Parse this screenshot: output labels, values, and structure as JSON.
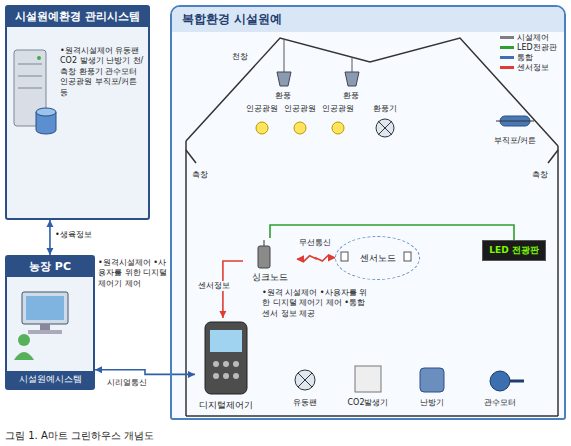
{
  "diagram": {
    "caption": "그림 1. A마트 그린하우스 개념도",
    "nodes": [
      {
        "text": [
          "시설원예환경 관리시스템"
        ]
      },
      {
        "text": [
          "농장 PC",
          "시설원예시스템"
        ]
      },
      {
        "text": [
          "복합환경 시설원예"
        ]
      },
      {
        "text": [
          "디지털제어기"
        ],
        "in": 2
      },
      {
        "text": [
          "인공광원"
        ],
        "in": 2
      },
      {
        "text": [
          "인공광원"
        ],
        "in": 2
      },
      {
        "text": [
          "인공광원"
        ],
        "in": 2
      },
      {
        "text": [
          "환풍기"
        ],
        "in": 2
      },
      {
        "text": [
          "부직포/커튼"
        ],
        "in": 2
      },
      {
        "text": [
          "싱크노드"
        ],
        "in": 2
      },
      {
        "text": [
          "센서노드"
        ],
        "in": 2
      },
      {
        "text": [
          "LED 전광판"
        ],
        "in": 2
      },
      {
        "text": [
          "유동팬"
        ],
        "in": 2
      },
      {
        "text": [
          "CO2발생기"
        ],
        "in": 2
      },
      {
        "text": [
          "난방기"
        ],
        "in": 2
      },
      {
        "text": [
          "관수모터"
        ],
        "in": 2
      }
    ],
    "edges": [
      {
        "from": 0,
        "to": 1,
        "label": "•생육정보",
        "arrow": "both"
      },
      {
        "from": 1,
        "to": 3,
        "label": "시리얼통신",
        "arrow": "both"
      },
      {
        "from": 9,
        "to": 10,
        "label": "무선통신",
        "arrow": "both"
      },
      {
        "from": 9,
        "to": 11,
        "arrow": "none"
      },
      {
        "from": 9,
        "to": 3,
        "label": "센서정보",
        "arrow": "to"
      }
    ],
    "labels": [
      "•원격시설제어 유동팬 CO2 발생기 난방기 천/측창 환풍기 관수모터 인공광원 부직포/커튼 등",
      "•원격시설제어 •사용자를 위한 디지털 제어기 제어",
      "•원격 시설제어 •사용자를 위한 디지털 제어기 제어 •통합센서 정보 제공",
      "천창",
      "환풍",
      "환풍",
      "측창",
      "측창"
    ],
    "legend": [
      {
        "text": "시설제어",
        "color": "#7f7f7f"
      },
      {
        "text": "LED전광판",
        "color": "#2ca02c"
      },
      {
        "text": "통합",
        "color": "#3f6fb5"
      },
      {
        "text": "센서정보",
        "color": "#e03c31"
      }
    ]
  }
}
